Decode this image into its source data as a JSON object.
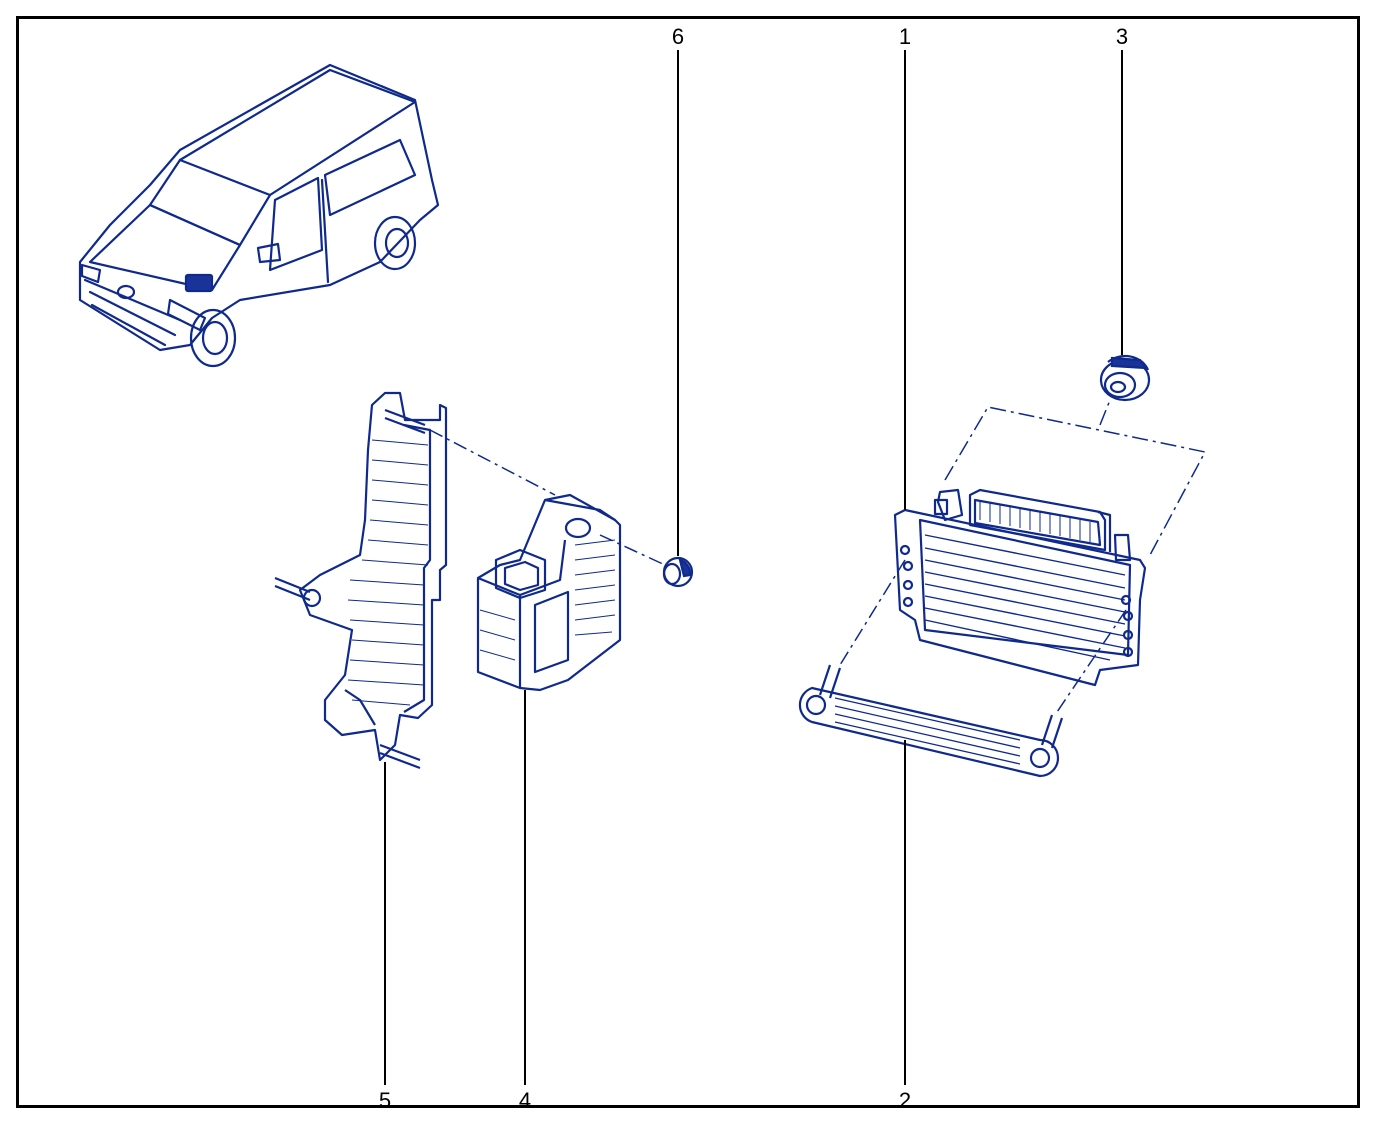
{
  "colors": {
    "line": "#0f2a8c",
    "fill_shade": "#1a3399",
    "leader": "#000000",
    "frame": "#000000",
    "background": "#ffffff"
  },
  "callouts": [
    {
      "id": "1",
      "label": "1"
    },
    {
      "id": "2",
      "label": "2"
    },
    {
      "id": "3",
      "label": "3"
    },
    {
      "id": "4",
      "label": "4"
    },
    {
      "id": "5",
      "label": "5"
    },
    {
      "id": "6",
      "label": "6"
    }
  ],
  "parts": {
    "vehicle": "van-outline",
    "p1": "ecu-control-unit",
    "p2": "mounting-bracket-bar",
    "p3": "connector-grommet",
    "p4": "relay-module",
    "p5": "support-bracket",
    "p6": "nut"
  }
}
